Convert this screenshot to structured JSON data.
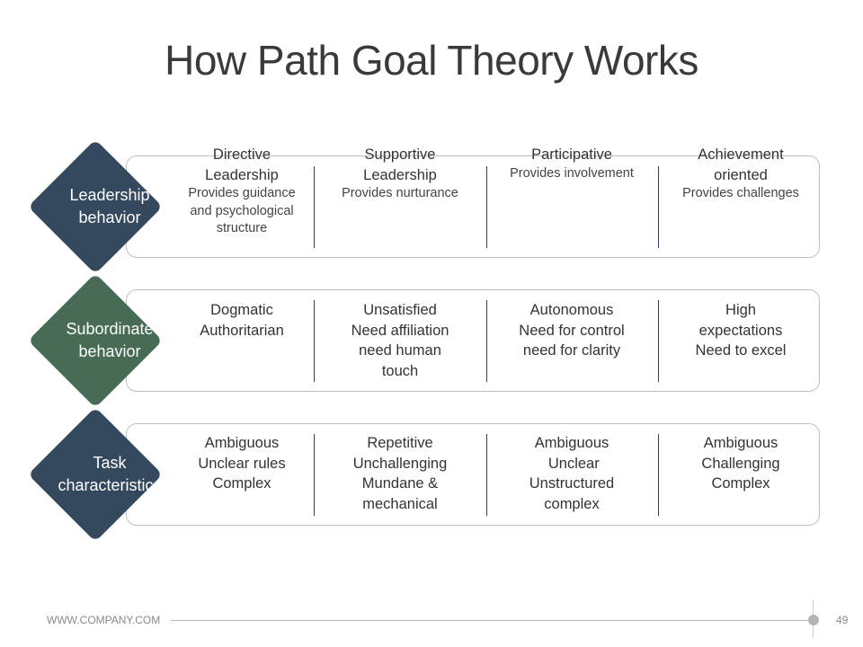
{
  "title": "How Path Goal Theory Works",
  "rows": [
    {
      "label": "Leadership\nbehavior",
      "color": "#34495e",
      "cells": [
        {
          "head": "Directive\nLeadership",
          "sub": "Provides guidance\nand psychological\nstructure"
        },
        {
          "head": "Supportive\nLeadership",
          "sub": "Provides nurturance"
        },
        {
          "head": "Participative",
          "sub": "Provides involvement"
        },
        {
          "head": "Achievement\noriented",
          "sub": "Provides challenges"
        }
      ]
    },
    {
      "label": "Subordinate\nbehavior",
      "color": "#476b55",
      "cells": [
        {
          "head": "Dogmatic\nAuthoritarian",
          "sub": ""
        },
        {
          "head": "Unsatisfied\nNeed affiliation\nneed human\ntouch",
          "sub": ""
        },
        {
          "head": "Autonomous\nNeed for control\nneed for clarity",
          "sub": ""
        },
        {
          "head": "High\nexpectations\nNeed to excel",
          "sub": ""
        }
      ]
    },
    {
      "label": "Task\ncharacteristics",
      "color": "#34495e",
      "cells": [
        {
          "head": "Ambiguous\nUnclear rules\nComplex",
          "sub": ""
        },
        {
          "head": "Repetitive\nUnchallenging\nMundane &\nmechanical",
          "sub": ""
        },
        {
          "head": "Ambiguous\n Unclear\nUnstructured\ncomplex",
          "sub": ""
        },
        {
          "head": "Ambiguous\nChallenging\nComplex",
          "sub": ""
        }
      ]
    }
  ],
  "footer": {
    "website": "WWW.COMPANY.COM",
    "page_number": "49"
  }
}
